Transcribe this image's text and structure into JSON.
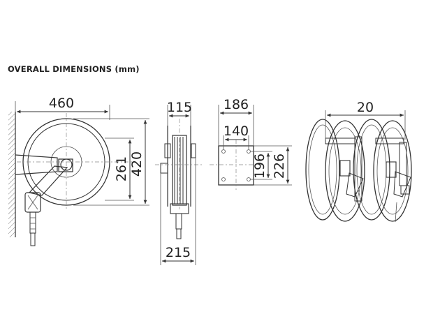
{
  "title": "OVERALL DIMENSIONS (mm)",
  "dimensions": {
    "side_width": "460",
    "side_inner_height": "261",
    "side_outer_height": "420",
    "front_top_width": "115",
    "front_bottom_width": "215",
    "bracket_outer_width": "186",
    "bracket_inner_width": "140",
    "bracket_inner_height": "196",
    "bracket_outer_height": "226",
    "multi_spacing": "20"
  },
  "icons": [
    "side-view-drawing",
    "front-view-drawing",
    "bracket-drawing",
    "multi-reel-drawing"
  ]
}
